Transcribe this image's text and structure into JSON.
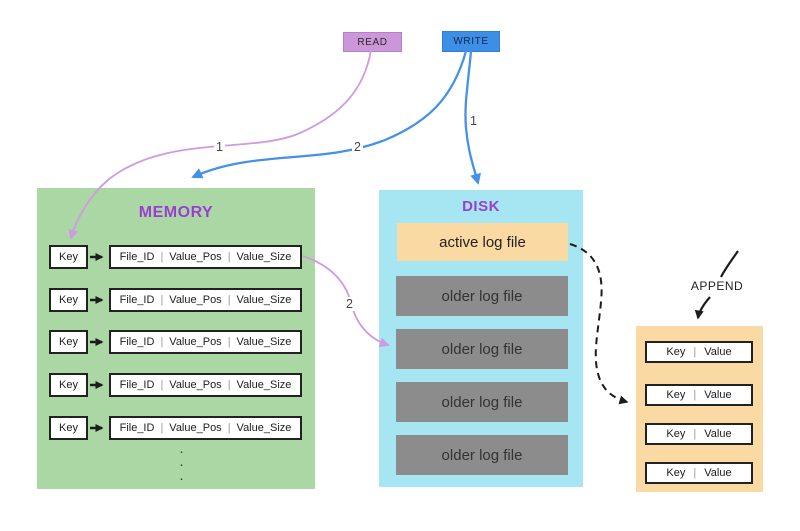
{
  "ui": {
    "separator": "|"
  },
  "actions": {
    "read": "READ",
    "write": "WRITE"
  },
  "steps": {
    "read_to_memory": "1",
    "write_to_disk": "1",
    "write_to_memory": "2",
    "memory_to_disk": "2"
  },
  "append_label": "APPEND",
  "memory": {
    "title": "MEMORY",
    "dot": "·",
    "rows": [
      {
        "key": "Key",
        "fields": [
          "File_ID",
          "Value_Pos",
          "Value_Size"
        ]
      },
      {
        "key": "Key",
        "fields": [
          "File_ID",
          "Value_Pos",
          "Value_Size"
        ]
      },
      {
        "key": "Key",
        "fields": [
          "File_ID",
          "Value_Pos",
          "Value_Size"
        ]
      },
      {
        "key": "Key",
        "fields": [
          "File_ID",
          "Value_Pos",
          "Value_Size"
        ]
      },
      {
        "key": "Key",
        "fields": [
          "File_ID",
          "Value_Pos",
          "Value_Size"
        ]
      }
    ]
  },
  "disk": {
    "title": "DISK",
    "active_file": "active log file",
    "older_files": [
      "older log file",
      "older log file",
      "older log file",
      "older log file"
    ]
  },
  "append_file": {
    "rows": [
      {
        "key": "Key",
        "value": "Value"
      },
      {
        "key": "Key",
        "value": "Value"
      },
      {
        "key": "Key",
        "value": "Value"
      },
      {
        "key": "Key",
        "value": "Value"
      }
    ]
  },
  "colors": {
    "read_fill": "#CB97D9",
    "write_fill": "#3D8EE5",
    "memory_bg": "#ABD7A4",
    "disk_bg": "#A5E6F2",
    "log_orange": "#FBD9A2",
    "log_gray": "#8C8C8C",
    "title_purple": "#9C3FD0",
    "line_purple": "#CF9BE0",
    "line_blue": "#4591E8",
    "line_black": "#1C1C1C"
  }
}
